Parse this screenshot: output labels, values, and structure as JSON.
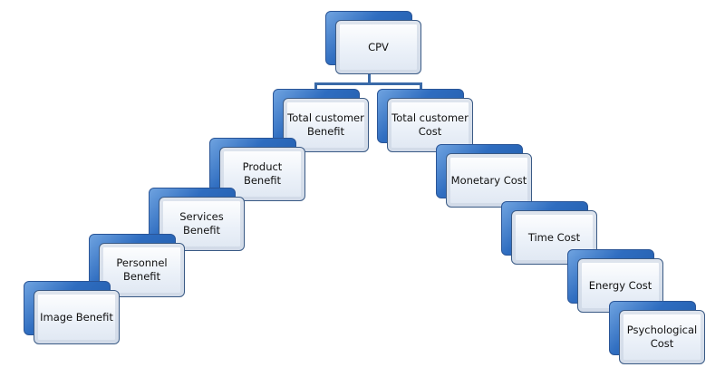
{
  "diagram": {
    "root": "CPV",
    "benefit_branch": [
      "Total customer Benefit",
      "Product Benefit",
      "Services Benefit",
      "Personnel Benefit",
      "Image Benefit"
    ],
    "cost_branch": [
      "Total customer Cost",
      "Monetary Cost",
      "Time Cost",
      "Energy Cost",
      "Psychological Cost"
    ]
  },
  "colors": {
    "box_back": "#2f6dc0",
    "box_front": "#eef3fa",
    "connector": "#3a6aa8"
  }
}
